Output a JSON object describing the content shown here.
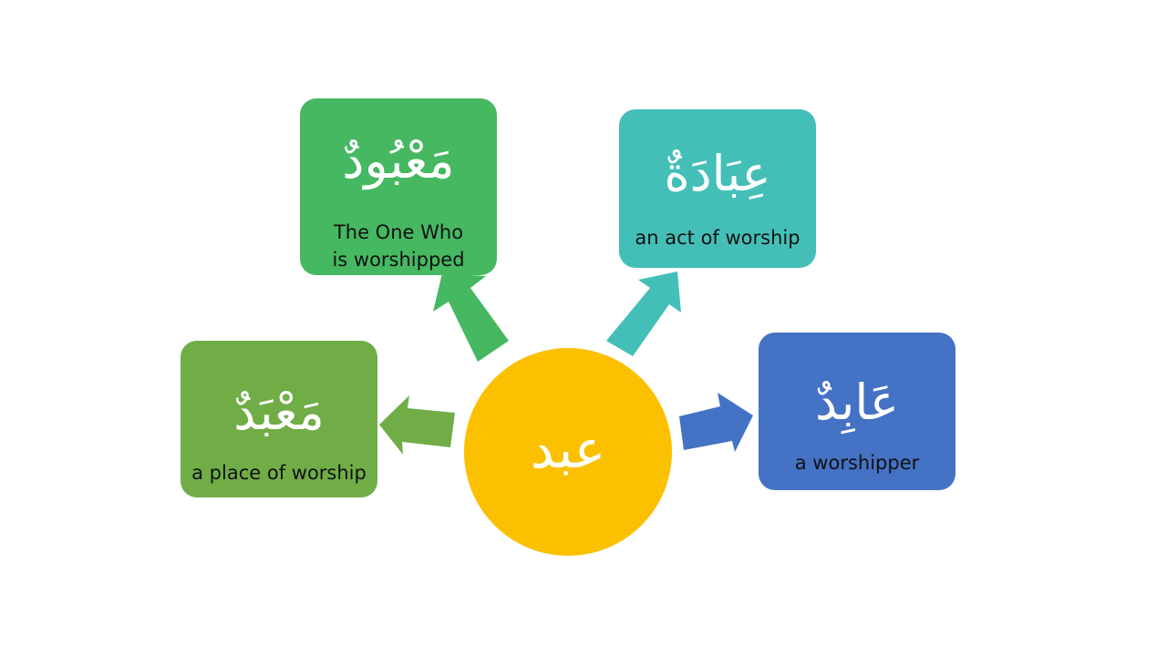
{
  "hub": {
    "root": "عبد",
    "color": "#fbc000"
  },
  "derivatives": [
    {
      "arabic": "مَعْبُودٌ",
      "gloss_line1": "The One Who",
      "gloss_line2": "is worshipped",
      "color": "#46b862"
    },
    {
      "arabic": "عِبَادَةٌ",
      "gloss_line1": "an act of worship",
      "gloss_line2": "",
      "color": "#44bfb8"
    },
    {
      "arabic": "مَعْبَدٌ",
      "gloss_line1": "a place of worship",
      "gloss_line2": "",
      "color": "#70ad47"
    },
    {
      "arabic": "عَابِدٌ",
      "gloss_line1": "a worshipper",
      "gloss_line2": "",
      "color": "#4472c4"
    }
  ]
}
